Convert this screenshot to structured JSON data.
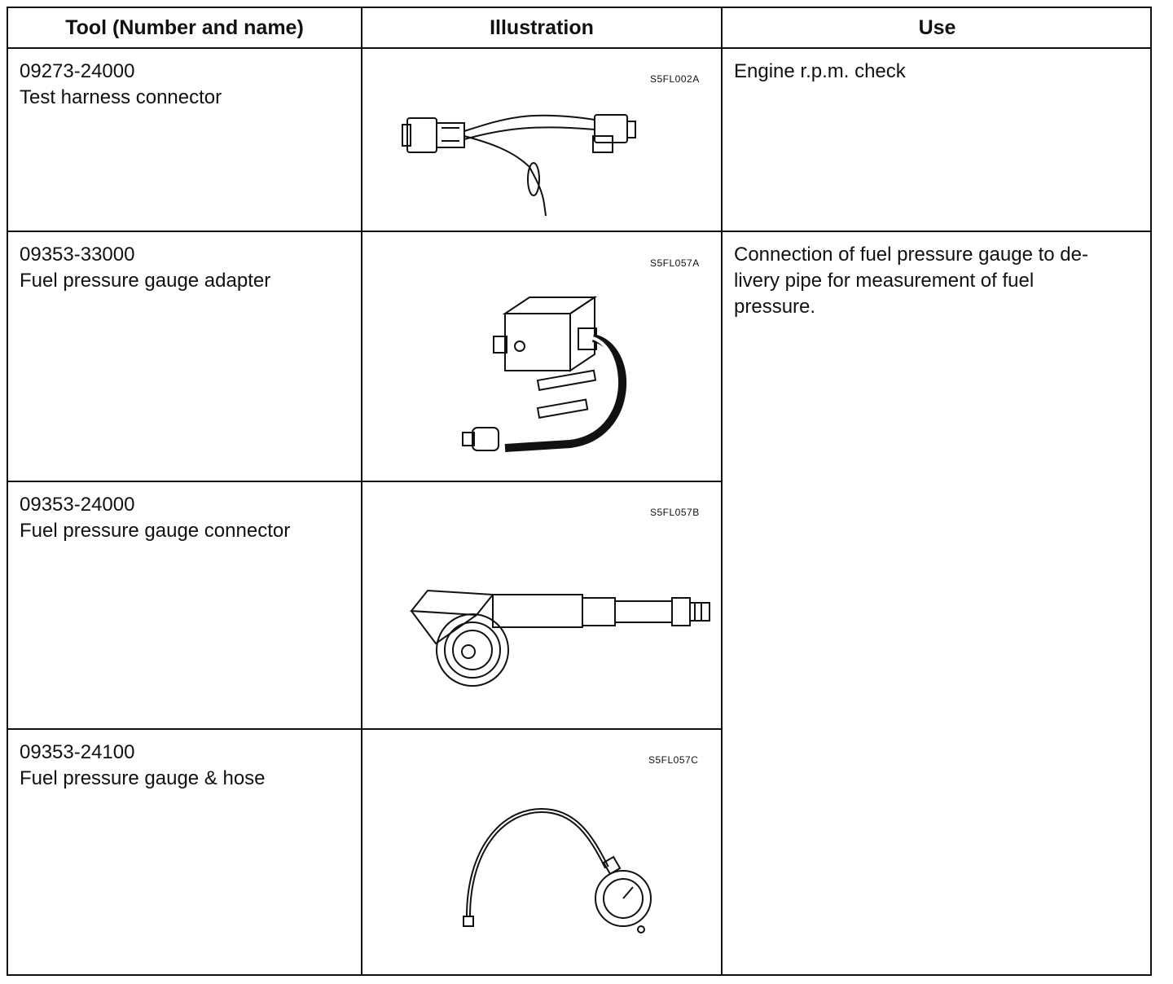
{
  "headers": {
    "tool": "Tool (Number and name)",
    "illustration": "Illustration",
    "use": "Use"
  },
  "rows": [
    {
      "number": "09273-24000",
      "name": "Test harness connector",
      "figure_code": "S5FL002A",
      "figure_icon": "test-harness-connector"
    },
    {
      "number": "09353-33000",
      "name": "Fuel pressure gauge adapter",
      "figure_code": "S5FL057A",
      "figure_icon": "fuel-pressure-gauge-adapter"
    },
    {
      "number": "09353-24000",
      "name": "Fuel pressure gauge connector",
      "figure_code": "S5FL057B",
      "figure_icon": "fuel-pressure-gauge-connector"
    },
    {
      "number": "09353-24100",
      "name": "Fuel pressure gauge & hose",
      "figure_code": "S5FL057C",
      "figure_icon": "fuel-pressure-gauge-hose"
    }
  ],
  "uses": [
    {
      "lines": [
        "Engine r.p.m. check"
      ]
    },
    {
      "lines": [
        "Connection of fuel pressure gauge to de-",
        "livery pipe for measurement of fuel",
        "pressure."
      ]
    }
  ]
}
